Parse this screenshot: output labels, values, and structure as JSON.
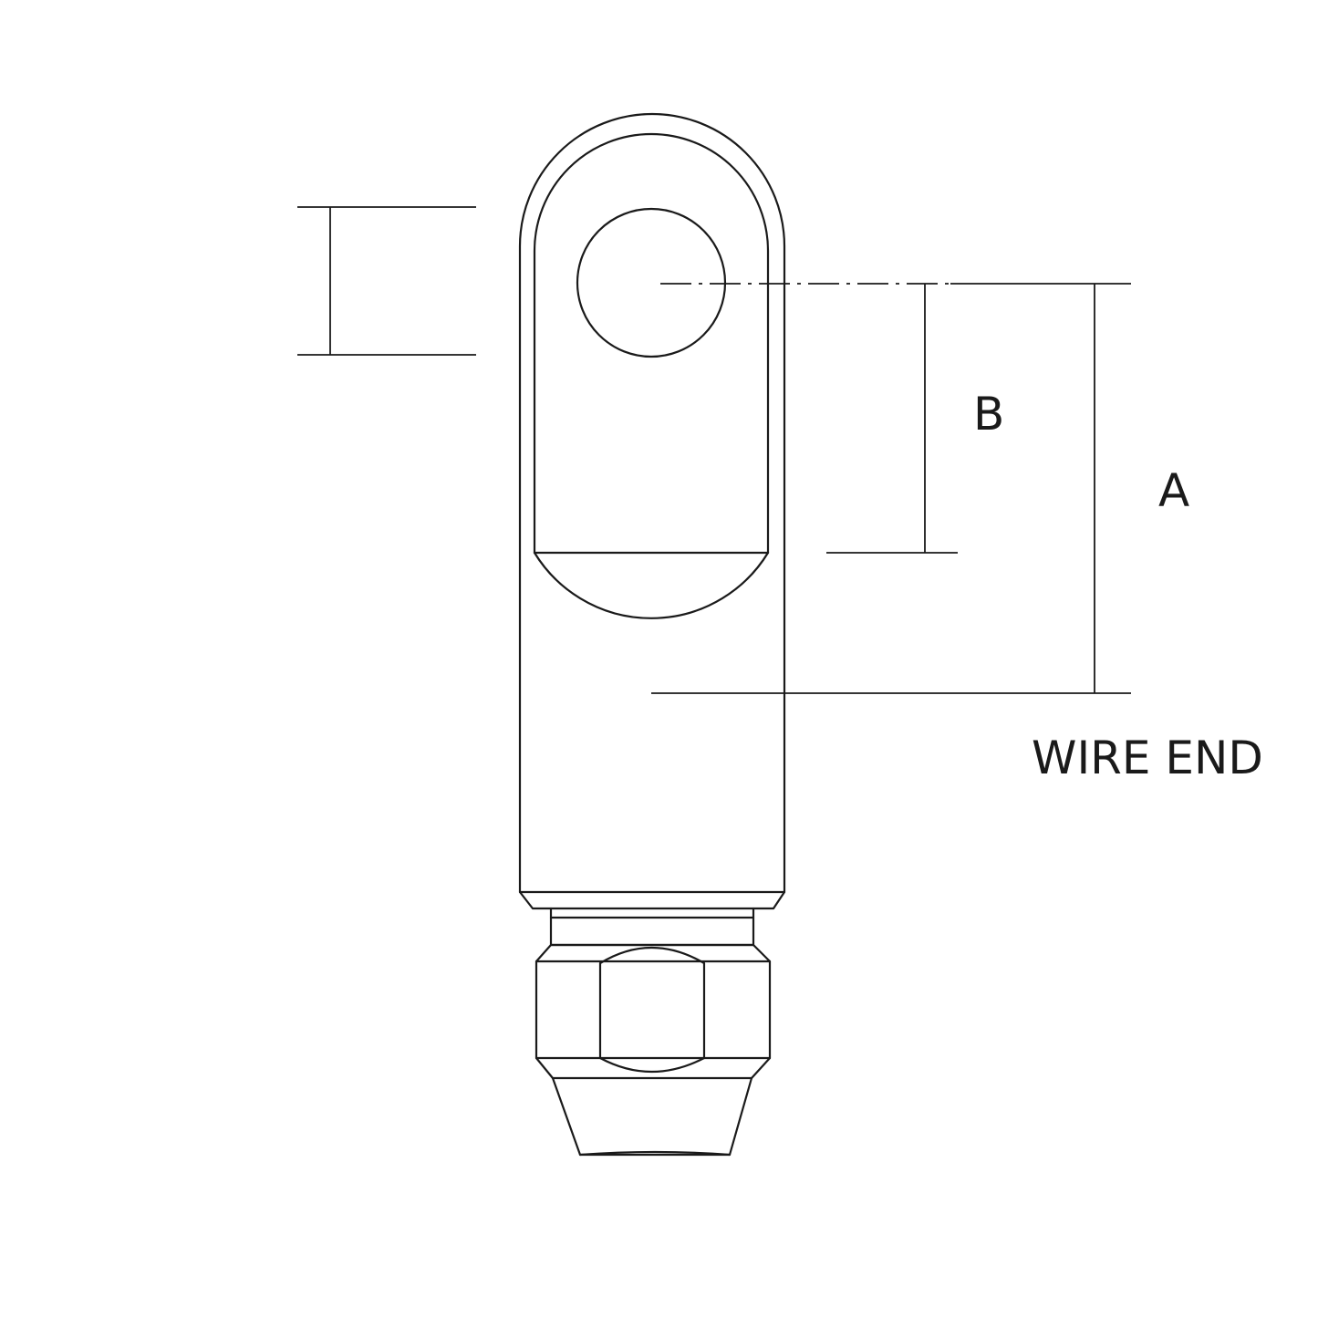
{
  "labels": {
    "b": "B",
    "a": "A",
    "wire_end": "WIRE END"
  },
  "colors": {
    "line": "#1a1a1a",
    "background": "#ffffff"
  }
}
